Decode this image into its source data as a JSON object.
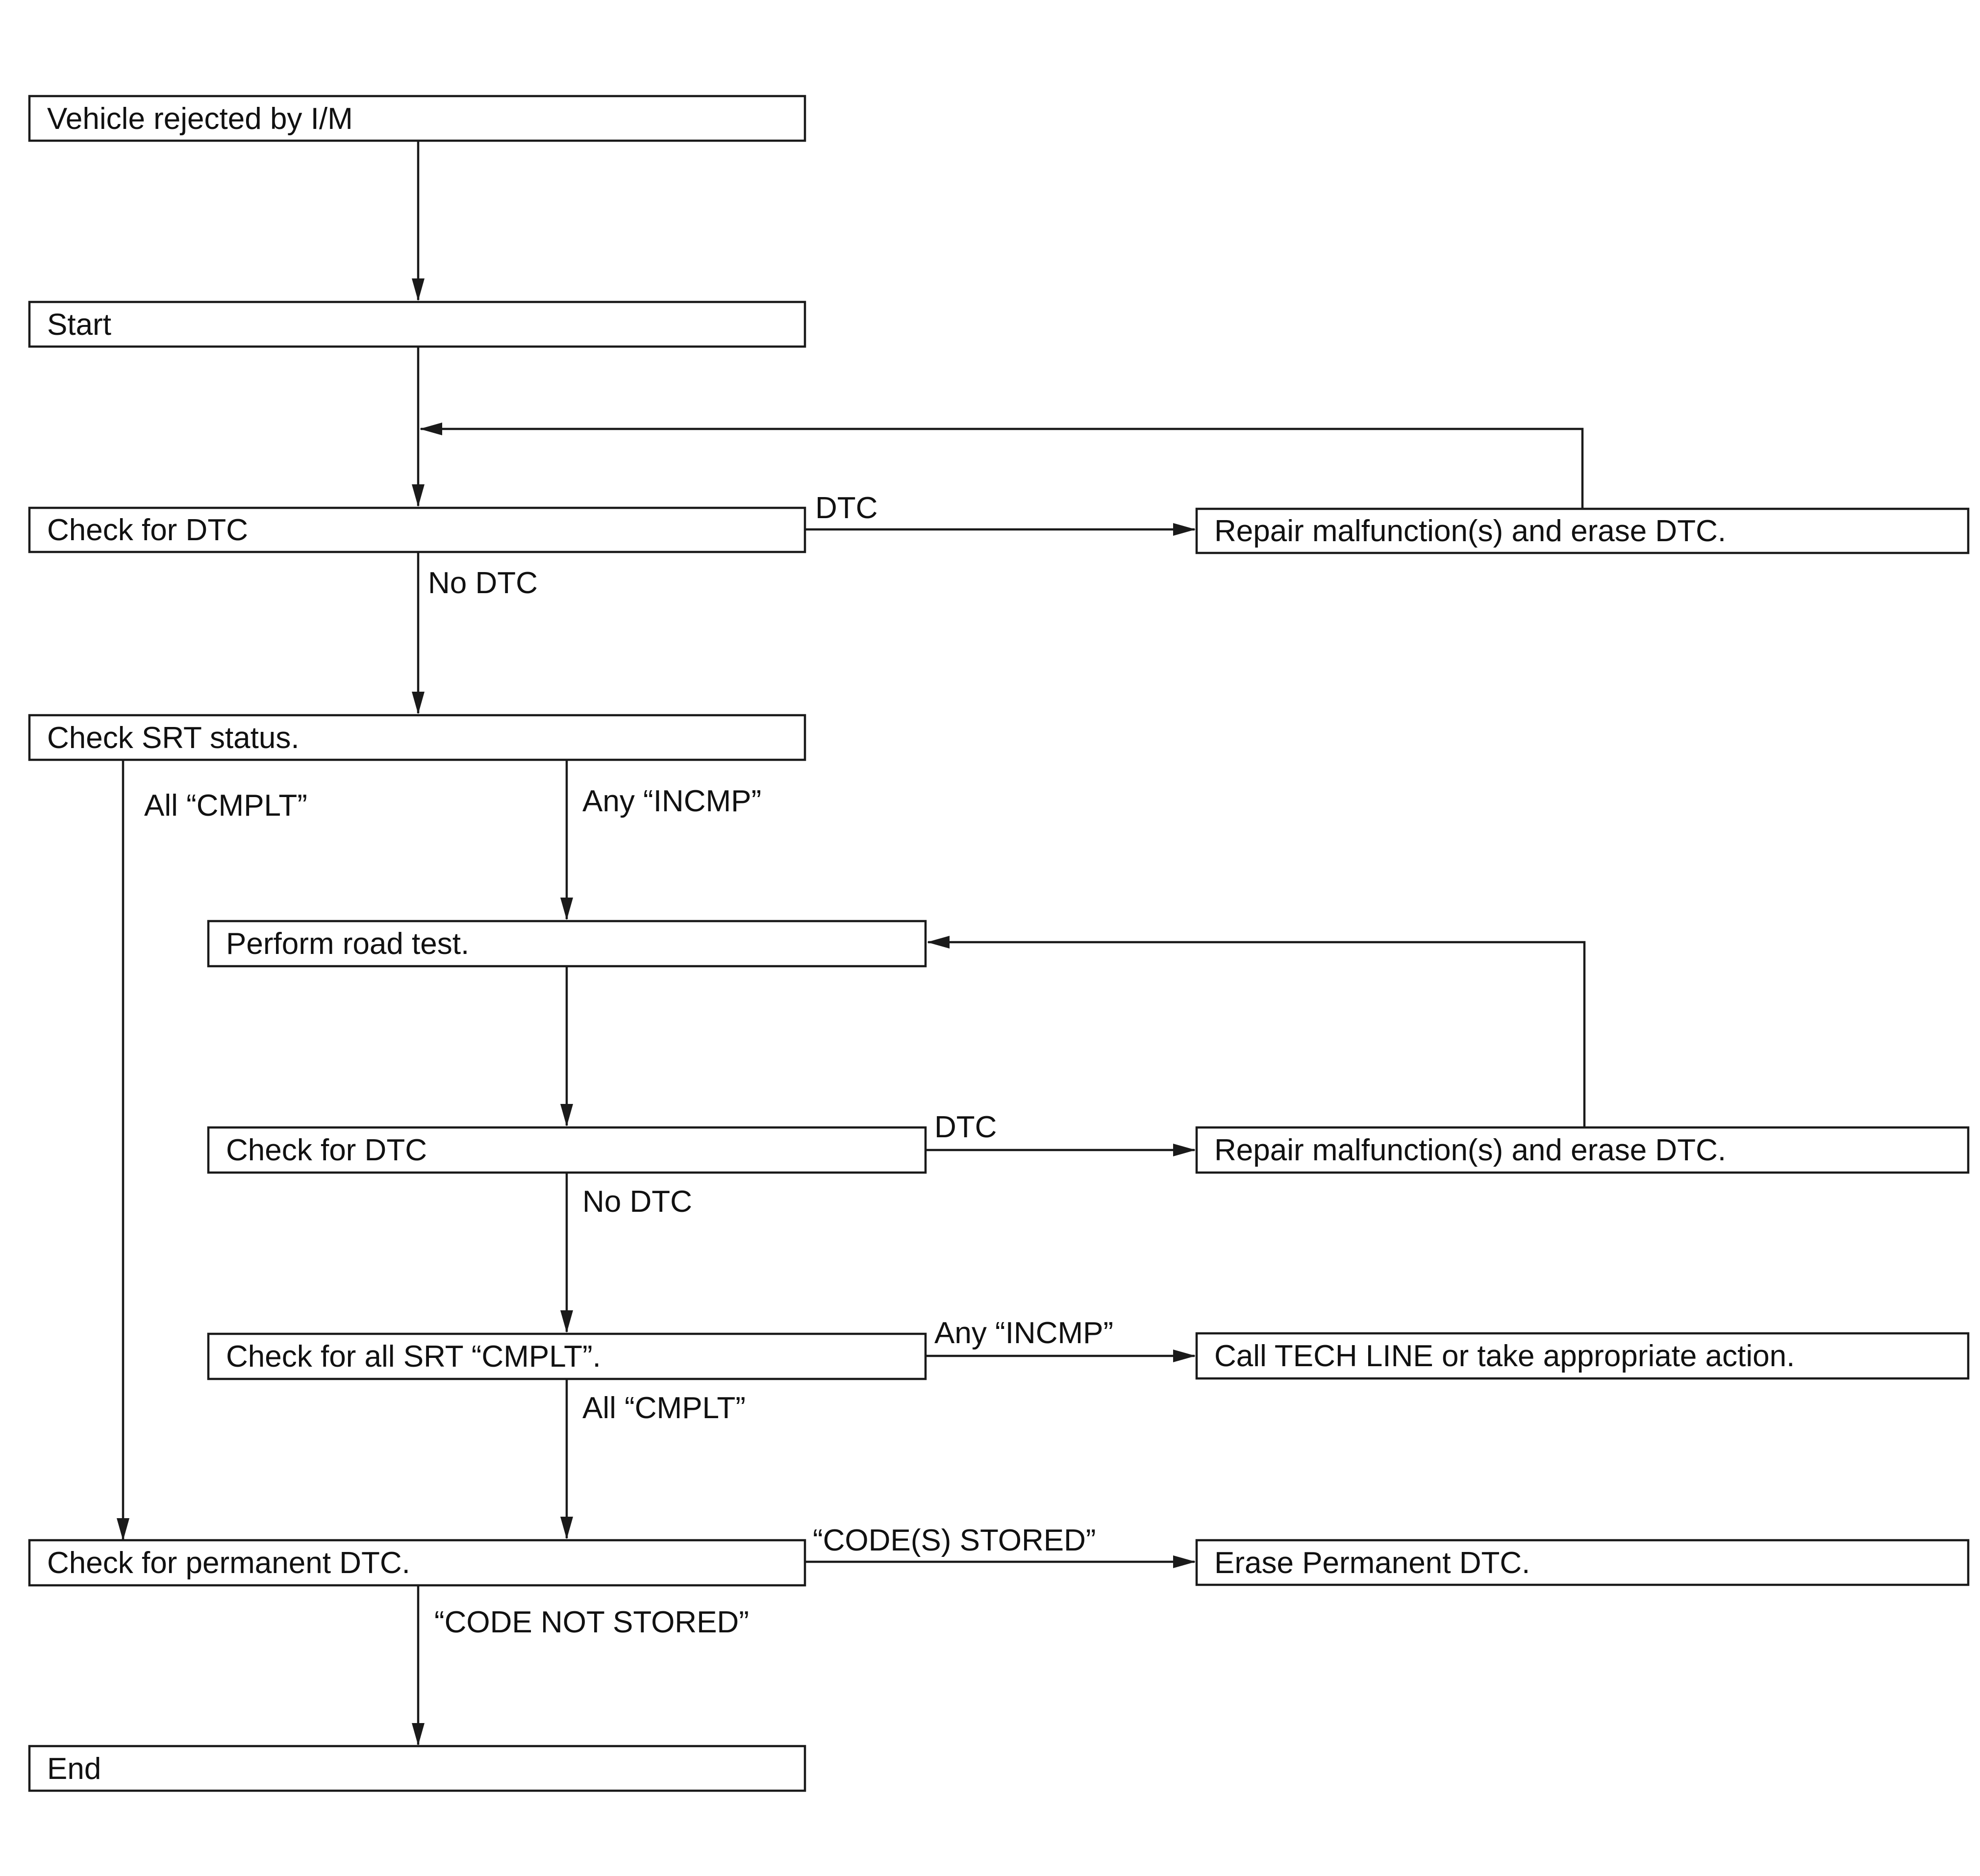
{
  "nodes": {
    "rejected": "Vehicle rejected by I/M",
    "start": "Start",
    "check_dtc_1": "Check for DTC",
    "repair_1": "Repair malfunction(s) and erase DTC.",
    "check_srt": "Check SRT status.",
    "road_test": "Perform road test.",
    "check_dtc_2": "Check for DTC",
    "repair_2": "Repair malfunction(s) and erase DTC.",
    "check_all_srt": "Check for all SRT “CMPLT”.",
    "tech_line": "Call TECH LINE or take appropriate action.",
    "check_permanent": "Check for permanent DTC.",
    "erase_permanent": "Erase Permanent DTC.",
    "end": "End"
  },
  "edge_labels": {
    "dtc_1": "DTC",
    "no_dtc_1": "No DTC",
    "all_cmplt_1": "All “CMPLT”",
    "any_incmp_1": "Any “INCMP”",
    "dtc_2": "DTC",
    "no_dtc_2": "No DTC",
    "any_incmp_2": "Any “INCMP”",
    "all_cmplt_2": "All “CMPLT”",
    "codes_stored": "“CODE(S) STORED”",
    "code_not_stored": "“CODE NOT STORED”"
  }
}
